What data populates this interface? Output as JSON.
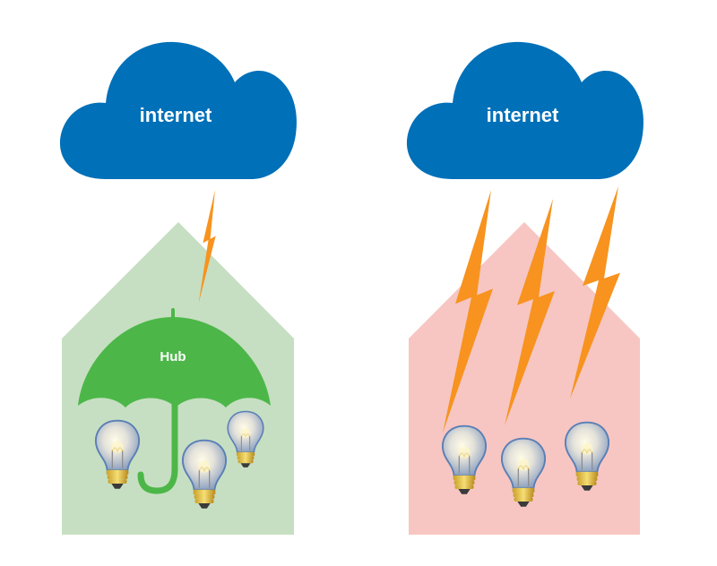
{
  "left_scene": {
    "cloud_label": "internet",
    "hub_label": "Hub"
  },
  "right_scene": {
    "cloud_label": "internet"
  },
  "colors": {
    "cloud": "#0070B8",
    "protected_house": "#C6DFC2",
    "exposed_house": "#F7C6C2",
    "umbrella": "#4CB748",
    "lightning": "#F7931E"
  },
  "icons": {
    "cloud": "cloud-icon",
    "lightning": "lightning-bolt-icon",
    "umbrella": "umbrella-icon",
    "bulb": "light-bulb-icon"
  }
}
